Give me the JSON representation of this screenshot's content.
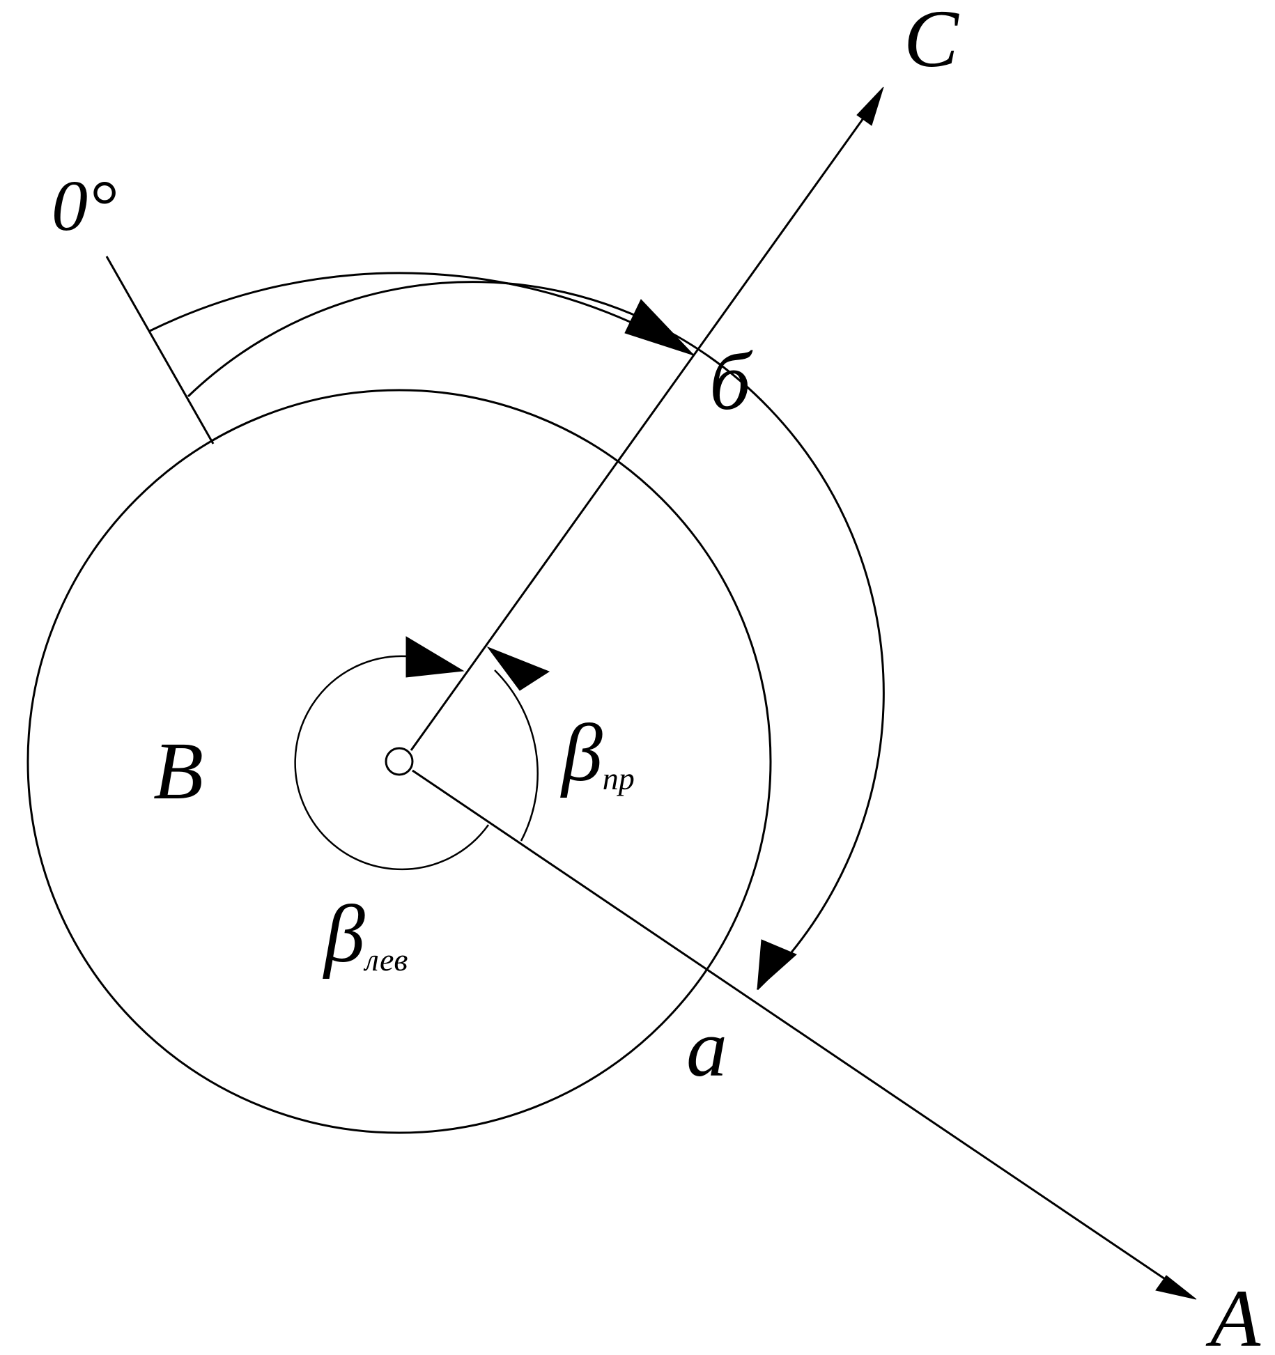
{
  "labels": {
    "zero_direction": "0°",
    "point_c": "C",
    "point_a": "A",
    "station_b": "B",
    "mark_b": "б",
    "mark_a": "а",
    "beta_right_symbol": "β",
    "beta_right_subscript": "пр",
    "beta_left_symbol": "β",
    "beta_left_subscript": "лев"
  },
  "colors": {
    "line": "#000000",
    "background": "#ffffff"
  }
}
